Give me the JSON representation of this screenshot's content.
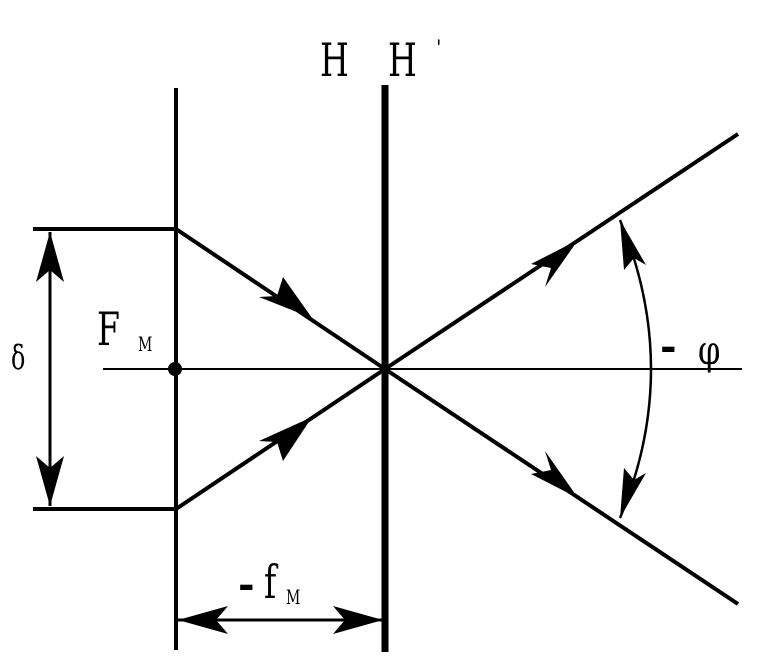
{
  "labels": {
    "principal_plane_h": "H",
    "principal_plane_h_prime": "H",
    "prime_mark": "'",
    "focus": "F",
    "focus_subscript": "M",
    "aperture": "δ",
    "angle_sign": "-",
    "angle": "φ",
    "focal_length_sign": "-",
    "focal_length": "f",
    "focal_length_subscript": "M"
  },
  "colors": {
    "stroke": "#000000",
    "background": "#ffffff"
  }
}
